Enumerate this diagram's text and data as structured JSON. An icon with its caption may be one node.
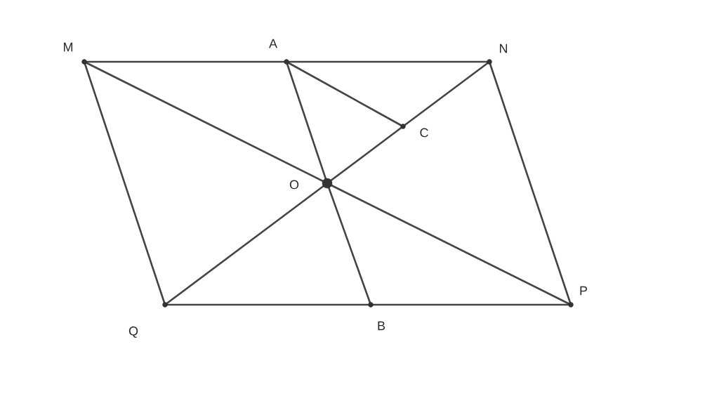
{
  "diagram": {
    "nodes": [
      {
        "text": [],
        "shape": "circle",
        "beside": [
          "M"
        ]
      },
      {
        "text": [],
        "shape": "circle",
        "beside": [
          "A"
        ]
      },
      {
        "text": [],
        "shape": "circle",
        "beside": [
          "N"
        ]
      },
      {
        "text": [],
        "shape": "circle",
        "beside": [
          "C"
        ]
      },
      {
        "text": [],
        "shape": "circle",
        "beside": [
          "O"
        ]
      },
      {
        "text": [],
        "shape": "circle",
        "beside": [
          "Q"
        ]
      },
      {
        "text": [],
        "shape": "circle",
        "beside": [
          "B"
        ]
      },
      {
        "text": [],
        "shape": "circle",
        "beside": [
          "P"
        ]
      }
    ],
    "edges": [
      {
        "from": 0,
        "to": 1,
        "arrow": "none"
      },
      {
        "from": 1,
        "to": 2,
        "arrow": "none"
      },
      {
        "from": 0,
        "to": 5,
        "arrow": "none"
      },
      {
        "from": 2,
        "to": 7,
        "arrow": "none"
      },
      {
        "from": 5,
        "to": 6,
        "arrow": "none"
      },
      {
        "from": 6,
        "to": 7,
        "arrow": "none"
      },
      {
        "from": 0,
        "to": 4,
        "arrow": "none"
      },
      {
        "from": 4,
        "to": 7,
        "arrow": "none"
      },
      {
        "from": 5,
        "to": 4,
        "arrow": "none"
      },
      {
        "from": 4,
        "to": 3,
        "arrow": "none"
      },
      {
        "from": 3,
        "to": 2,
        "arrow": "none"
      },
      {
        "from": 1,
        "to": 4,
        "arrow": "none"
      },
      {
        "from": 4,
        "to": 6,
        "arrow": "none"
      },
      {
        "from": 1,
        "to": 3,
        "arrow": "none"
      }
    ]
  }
}
